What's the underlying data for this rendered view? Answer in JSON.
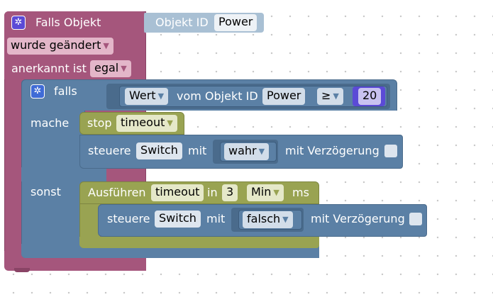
{
  "colors": {
    "event": "#a5567c",
    "logic": "#5b80a5",
    "timeouts": "#99a352",
    "value": "#a9c0d4"
  },
  "event_block": {
    "title": "Falls Objekt",
    "object_label": "Objekt ID",
    "object_value": "Power",
    "trigger_value": "wurde geändert",
    "ack_label": "anerkannt ist",
    "ack_value": "egal"
  },
  "if_block": {
    "if_label": "falls",
    "then_label": "mache",
    "else_label": "sonst",
    "condition": {
      "property": "Wert",
      "from_label": "vom Objekt ID",
      "object": "Power",
      "operator": "≥",
      "value": "20"
    }
  },
  "stop_block": {
    "label": "stop",
    "timer": "timeout"
  },
  "control_then": {
    "label": "steuere",
    "target": "Switch",
    "with_label": "mit",
    "value": "wahr",
    "delay_label": "mit Verzögerung"
  },
  "timeout_block": {
    "label": "Ausführen",
    "timer": "timeout",
    "in_label": "in",
    "amount": "3",
    "unit": "Min",
    "ms_label": "ms"
  },
  "control_else": {
    "label": "steuere",
    "target": "Switch",
    "with_label": "mit",
    "value": "falsch",
    "delay_label": "mit Verzögerung"
  }
}
